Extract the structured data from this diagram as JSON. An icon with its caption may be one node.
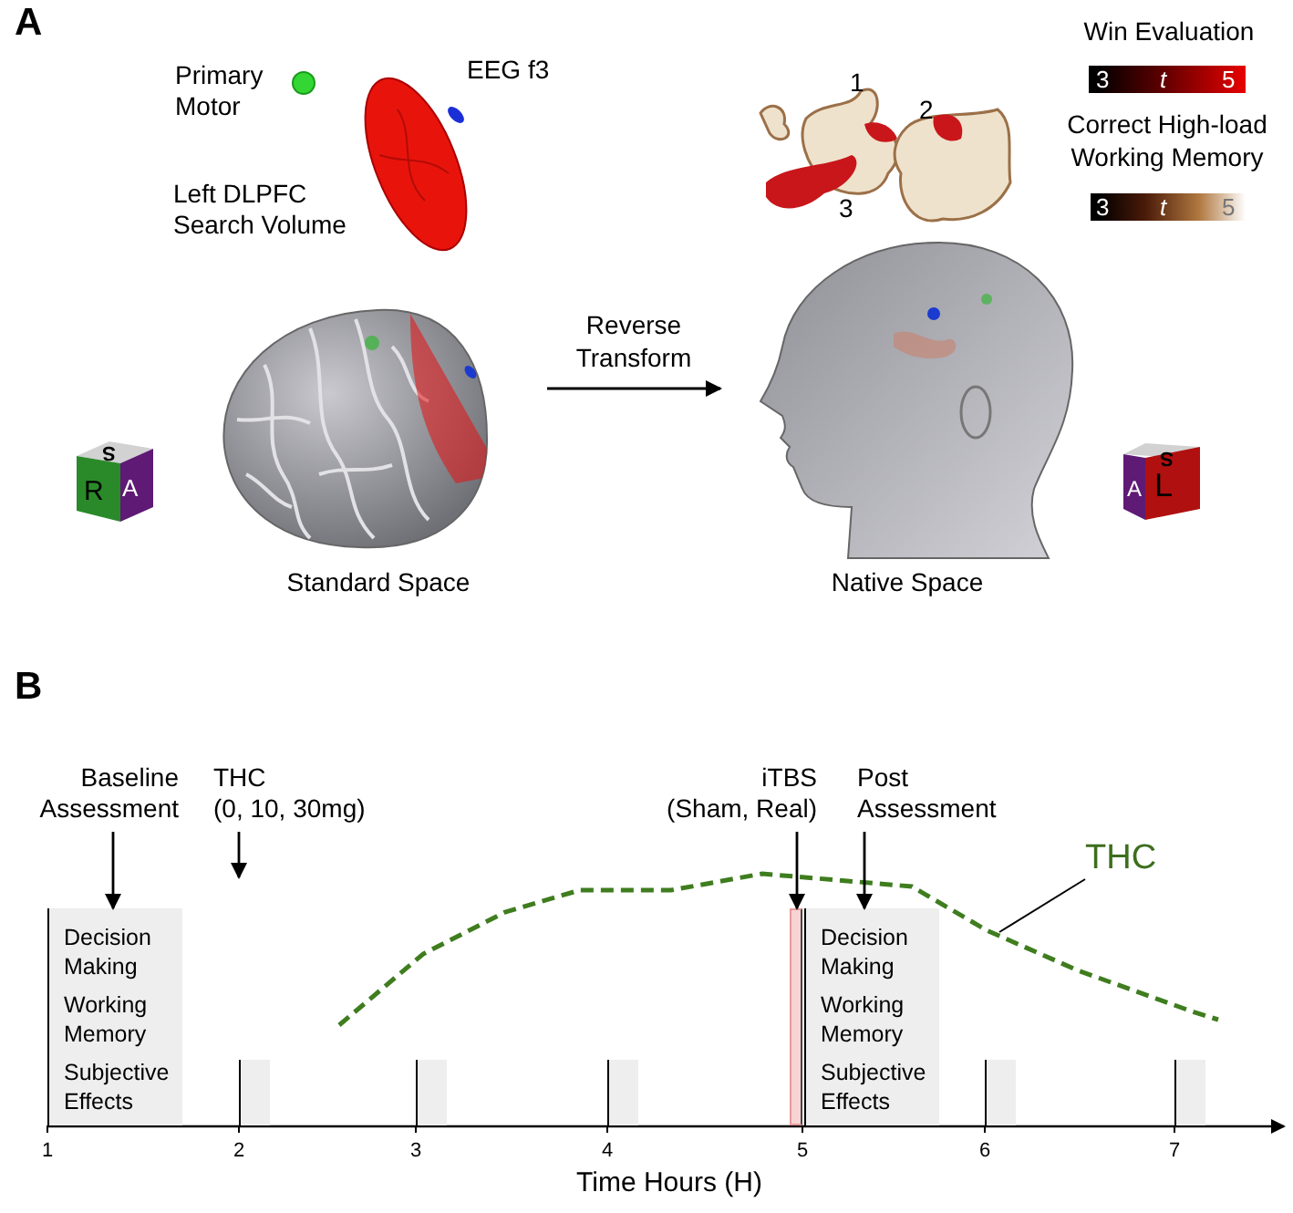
{
  "diagram": {
    "nodes": [
      {
        "text": [],
        "shape": "picture",
        "beside": [
          "Standard Space"
        ]
      },
      {
        "text": [],
        "shape": "picture",
        "beside": [
          "Native Space"
        ]
      },
      {
        "text": [
          "Baseline Assessment"
        ]
      },
      {
        "text": [
          "THC (0, 10, 30mg)"
        ]
      },
      {
        "text": [
          "iTBS (Sham, Real)"
        ]
      },
      {
        "text": [
          "Post Assessment"
        ]
      },
      {
        "text": [
          "Decision Making",
          "Working Memory",
          "Subjective Effects"
        ]
      },
      {
        "text": [],
        "shape": "box"
      },
      {
        "text": [],
        "shape": "box"
      },
      {
        "text": [],
        "shape": "box"
      },
      {
        "text": [],
        "shape": "bar"
      },
      {
        "text": [
          "Decision Making",
          "Working Memory",
          "Subjective Effects"
        ]
      },
      {
        "text": [],
        "shape": "box"
      },
      {
        "text": [],
        "shape": "box"
      },
      {
        "text": [
          "THC"
        ]
      }
    ],
    "edges": [
      {
        "from": 0,
        "to": 1,
        "arrow": "to",
        "label": "Reverse Transform"
      },
      {
        "from": 2,
        "to": 6,
        "arrow": "to"
      },
      {
        "from": 3,
        "to": null,
        "arrow": "to"
      },
      {
        "from": 4,
        "to": 10,
        "arrow": "to"
      },
      {
        "from": 5,
        "to": 11,
        "arrow": "to"
      },
      {
        "from": 14,
        "to": null,
        "arrow": "none"
      }
    ],
    "labels": [
      "A",
      "Primary Motor",
      "EEG f3",
      "Left DLPFC Search Volume",
      "1",
      "2",
      "3",
      "3",
      "t",
      "5",
      "3",
      "t",
      "5",
      "S",
      "R",
      "A",
      "S",
      "A",
      "L",
      "B",
      "1",
      "2",
      "3",
      "4",
      "5",
      "6",
      "7",
      "Time Hours (H)"
    ],
    "legend": [
      {
        "text": "Win Evaluation"
      },
      {
        "text": "Correct High-load Working Memory"
      }
    ]
  }
}
